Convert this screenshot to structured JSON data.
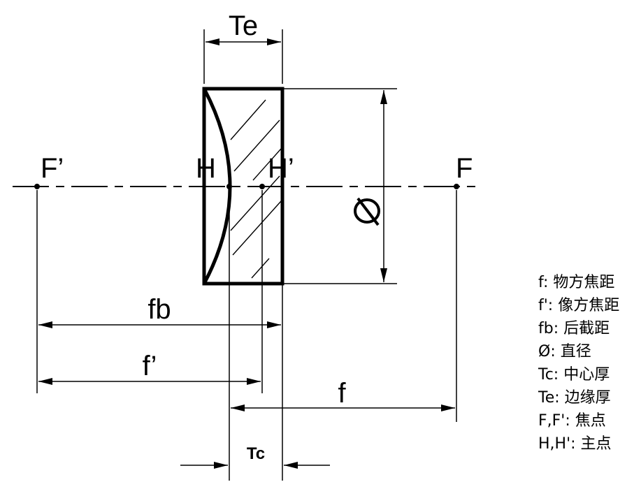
{
  "labels": {
    "te": "Te",
    "f_prime_point": "F’",
    "h": "H",
    "h_prime": "H’",
    "f_point": "F",
    "diameter": "Ø",
    "fb": "fb",
    "f_prime": "f’",
    "f": "f",
    "tc": "Tc"
  },
  "legend": [
    {
      "key": "f",
      "sep": ": ",
      "text": "物方焦距"
    },
    {
      "key": "f'",
      "sep": ": ",
      "text": "像方焦距"
    },
    {
      "key": "fb",
      "sep": ": ",
      "text": "后截距"
    },
    {
      "key": "Ø",
      "sep": ": ",
      "text": "直径"
    },
    {
      "key": "Tc",
      "sep": ": ",
      "text": "中心厚"
    },
    {
      "key": "Te",
      "sep": ": ",
      "text": "边缘厚"
    },
    {
      "key": "F,F'",
      "sep": ": ",
      "text": "焦点"
    },
    {
      "key": "H,H'",
      "sep": ": ",
      "text": "主点"
    }
  ]
}
